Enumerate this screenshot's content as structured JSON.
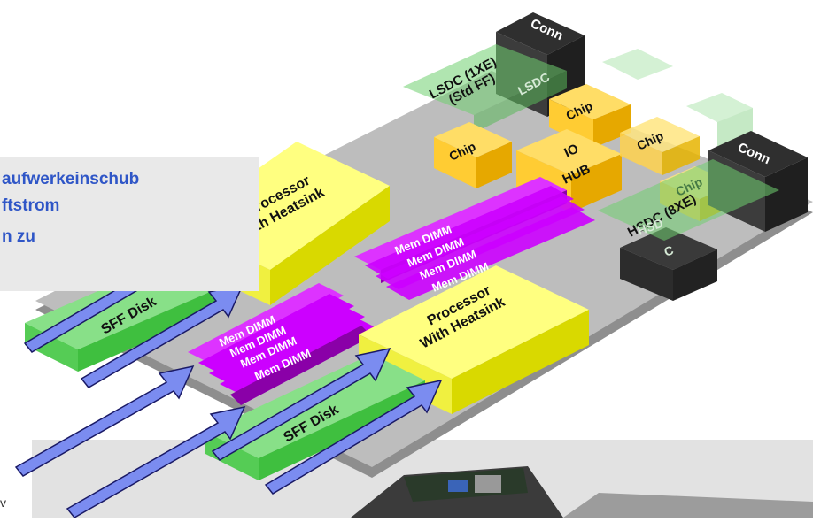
{
  "callout": {
    "lines": [
      "aufwerkeinschub",
      "ftstrom",
      "n zu"
    ]
  },
  "labels": {
    "conn": "Conn",
    "lsdc": "LSDC (1XE)",
    "lsdc_ff": "(Std FF)",
    "lsdc_ghost": "LSDC",
    "chip": "Chip",
    "io": "IO",
    "hub": "HUB",
    "hsdc": "HSDC (8XE)",
    "hsdc_ghost_1": "HSD",
    "hsdc_ghost_2": "C",
    "processor": "Processor",
    "heatsink": "With Heatsink",
    "sff_disk": "SFF Disk",
    "mem_dimm": "Mem DIMM"
  },
  "stray_text": "v",
  "colors": {
    "board": "#bdbdbd",
    "processor": "#ffff66",
    "chip": "#ffcc33",
    "dimm": "#cc00ff",
    "disk": "#66dd66",
    "arrow": "#7b8cf0",
    "connector": "#3a3a3a",
    "callout_text": "#2f56c7"
  }
}
